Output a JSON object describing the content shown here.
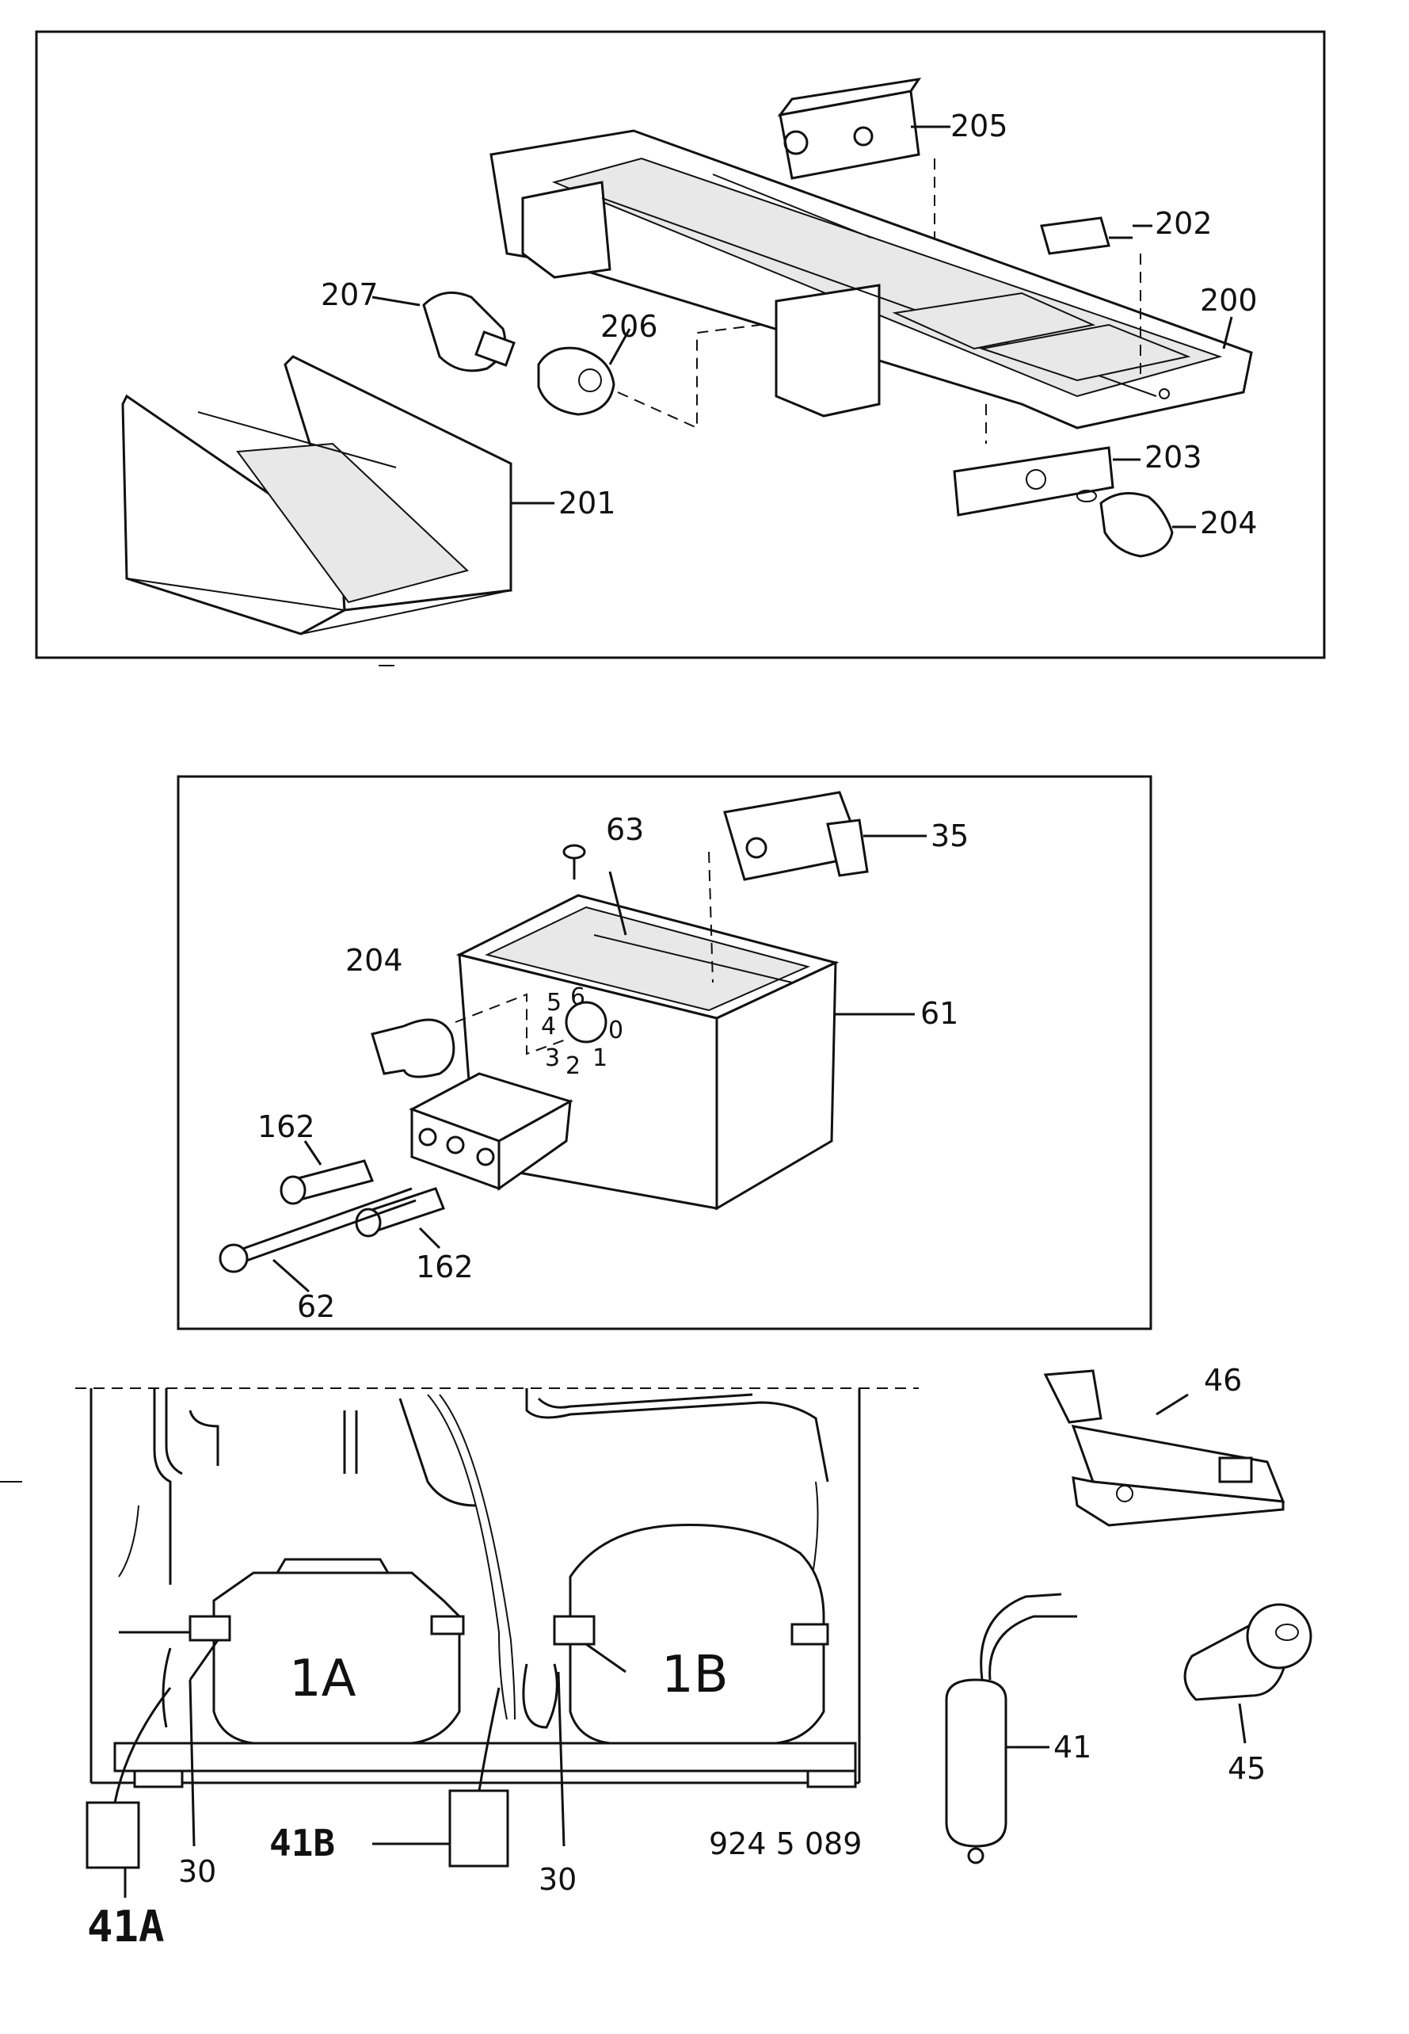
{
  "panel_top": {
    "callouts": [
      "205",
      "202",
      "200",
      "207",
      "206",
      "203",
      "204",
      "201"
    ]
  },
  "panel_middle": {
    "callouts": [
      "63",
      "35",
      "204",
      "61",
      "162",
      "162",
      "62"
    ],
    "dial_numbers": [
      "5",
      "6",
      "4",
      "0",
      "3",
      "2",
      "1"
    ]
  },
  "panel_bottom": {
    "compressor_labels": [
      "1A",
      "1B"
    ],
    "callouts": [
      "46",
      "41",
      "45",
      "30",
      "30",
      "41B",
      "41A"
    ],
    "drawing_number": "924 5 089"
  }
}
